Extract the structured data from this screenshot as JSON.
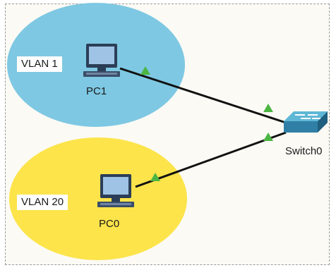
{
  "zones": [
    {
      "label": "VLAN 1",
      "color": "#7ec8e3"
    },
    {
      "label": "VLAN 20",
      "color": "#fce44a"
    }
  ],
  "devices": {
    "pc1": {
      "label": "PC1",
      "icon": "desktop-pc-icon"
    },
    "pc0": {
      "label": "PC0",
      "icon": "desktop-pc-icon"
    },
    "switch0": {
      "label": "Switch0",
      "icon": "network-switch-icon"
    }
  },
  "link_status_color": "#4bb543"
}
